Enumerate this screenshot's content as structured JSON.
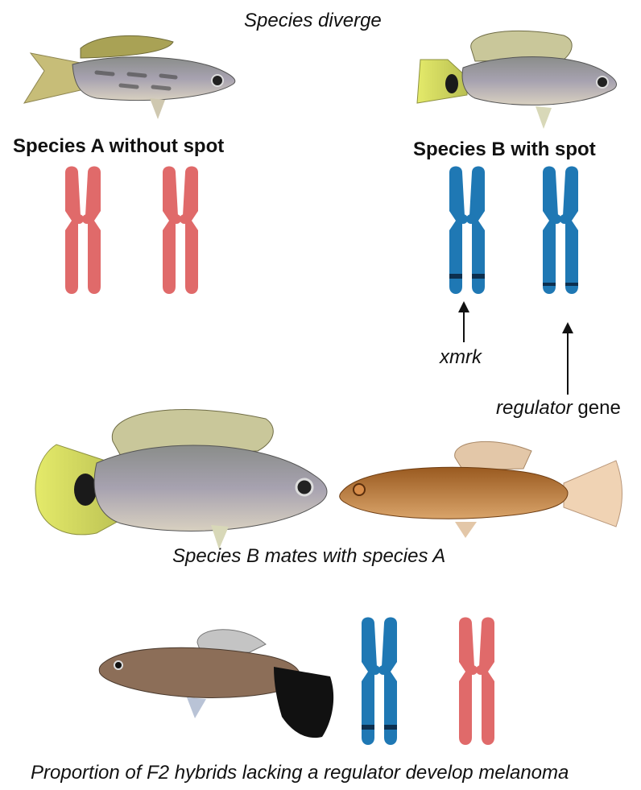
{
  "title": "Species diverge",
  "species_a": {
    "label": "Species A without spot",
    "chromosome_color": "#e06a6a"
  },
  "species_b": {
    "label": "Species B with spot",
    "chromosome_color": "#1f78b4"
  },
  "band_color": "#0d2f4f",
  "annotations": {
    "xmrk": "xmrk",
    "regulator_italic": "regulator",
    "regulator_plain": " gene"
  },
  "mating_caption": "Species B mates with species A",
  "bottom_caption": "Proportion of F2 hybrids lacking a regulator develop melanoma",
  "fish": {
    "top_left": "fish-species-a",
    "top_right": "fish-species-b",
    "mid_left": "fish-species-b-large",
    "mid_right": "fish-species-a-brown",
    "bottom": "fish-f2-hybrid-melanoma"
  }
}
